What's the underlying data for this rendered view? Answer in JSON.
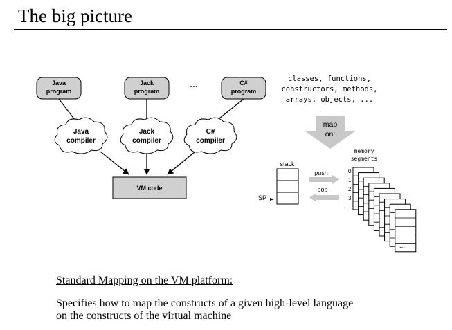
{
  "slide": {
    "title": "The big picture",
    "footer": {
      "heading": "Standard Mapping on the VM platform:",
      "description_lines": [
        "Specifies how to map the constructs of a given high-level language",
        "on the constructs of the virtual machine"
      ]
    }
  },
  "diagram": {
    "programs": [
      {
        "line1": "Java",
        "line2": "program"
      },
      {
        "line1": "Jack",
        "line2": "program"
      },
      {
        "line1": "C#",
        "line2": "program"
      }
    ],
    "ellipsis": "...",
    "compilers": [
      {
        "line1": "Java",
        "line2": "compiler"
      },
      {
        "line1": "Jack",
        "line2": "compiler"
      },
      {
        "line1": "C#",
        "line2": "compiler"
      }
    ],
    "vm_code": "VM code",
    "constructs_lines": [
      "classes, functions,",
      "constructors, methods,",
      "arrays, objects, ..."
    ],
    "map_on": {
      "line1": "map",
      "line2": "on:"
    },
    "stack_label": "stack",
    "sp_label": "SP",
    "push_label": "push",
    "pop_label": "pop",
    "memory_segments": {
      "line1": "memory",
      "line2": "segments"
    },
    "segment_indices": [
      "0",
      "1",
      "2",
      "3",
      "..."
    ],
    "segment_ellipsis": "..."
  },
  "colors": {
    "box_fill": "#d0d0d0",
    "arrow_fill": "#c8c8c8",
    "stroke": "#000000"
  }
}
